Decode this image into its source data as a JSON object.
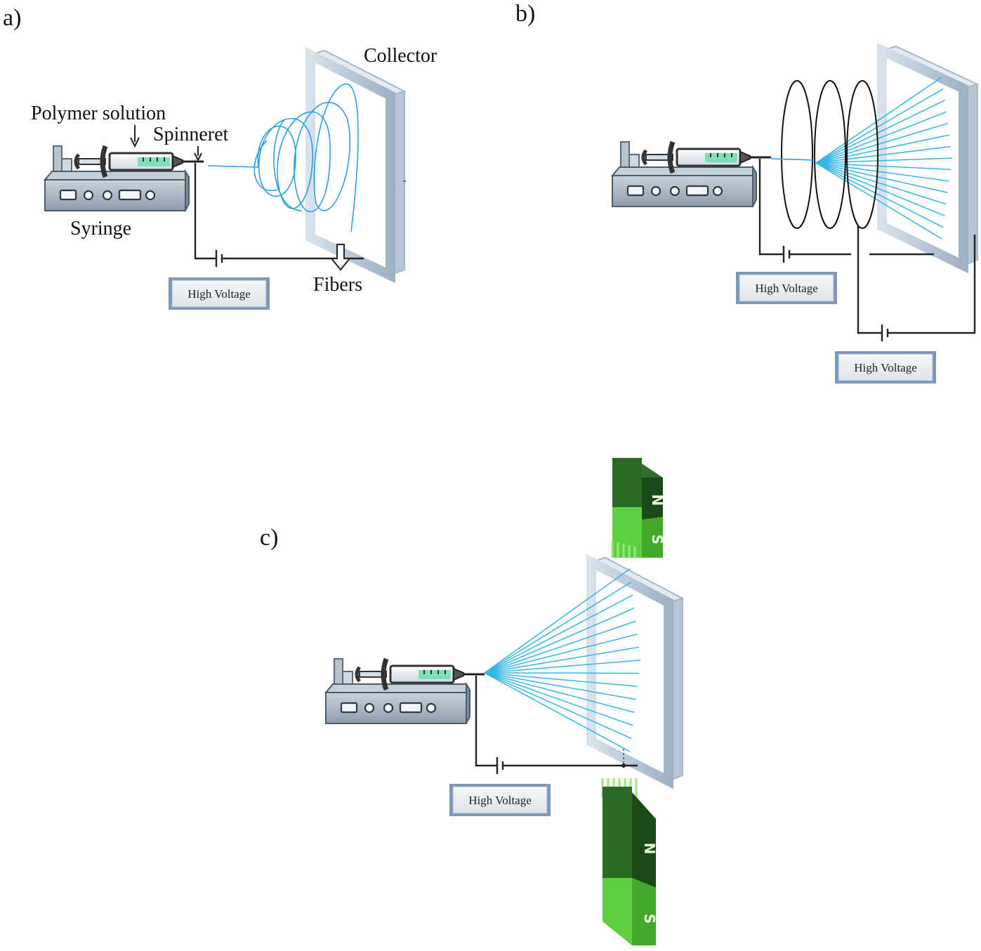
{
  "panels": {
    "a": {
      "label": "a)",
      "collector_label": "Collector",
      "polymer_label": "Polymer solution",
      "spinneret_label": "Spinneret",
      "syringe_label": "Syringe",
      "fibers_label": "Fibers",
      "hv_label": "High Voltage"
    },
    "b": {
      "label": "b)",
      "hv_label_1": "High Voltage",
      "hv_label_2": "High Voltage"
    },
    "c": {
      "label": "c)",
      "hv_label": "High Voltage",
      "magnet_top": {
        "north": "N",
        "south": "S"
      },
      "magnet_bottom": {
        "north": "N",
        "south": "S"
      }
    }
  },
  "colors": {
    "fiber": "#33b6e6",
    "coil": "#2c9fe0",
    "pump_body": "#a9b5c2",
    "magnet_dark": "#1f5a1f",
    "magnet_light": "#5fcf3f"
  },
  "icons": [
    "syringe-pump-icon",
    "syringe-icon",
    "collector-plate-icon",
    "battery-icon",
    "magnet-icon",
    "down-arrow-icon"
  ]
}
